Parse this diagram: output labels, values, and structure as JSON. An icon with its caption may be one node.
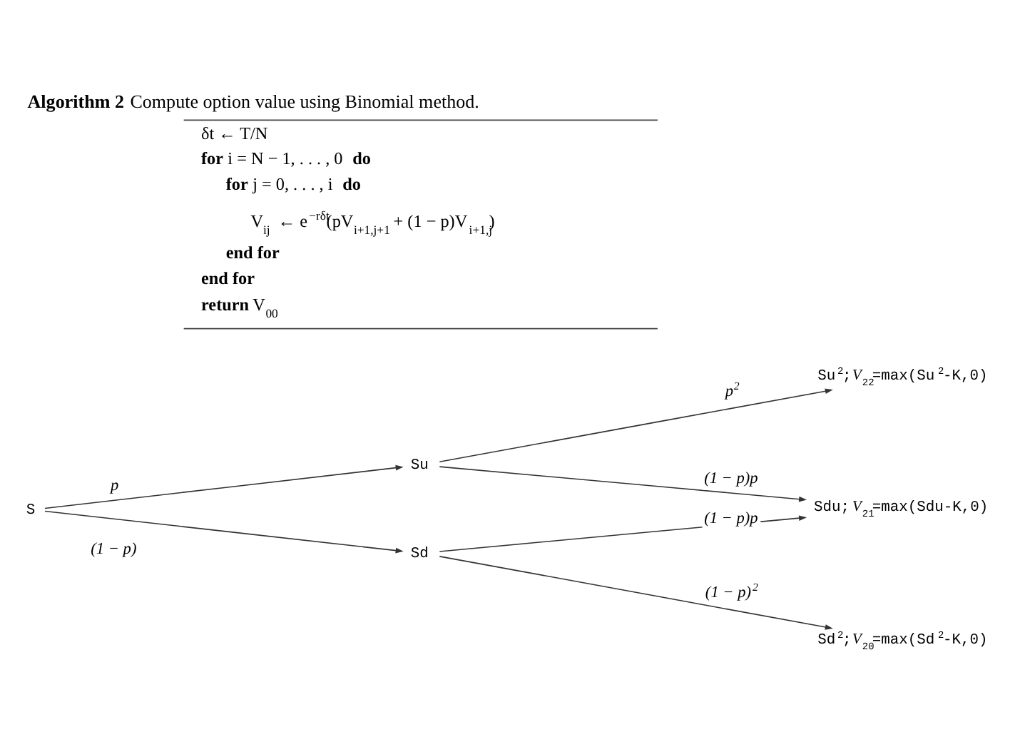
{
  "diagram": {
    "title": "**Algorithm 2** Compute option value using Binomial method.",
    "nodes": [
      {
        "text": [
          "S"
        ]
      },
      {
        "text": [
          "Su"
        ]
      },
      {
        "text": [
          "Sd"
        ]
      },
      {
        "text": [
          "Su$^{2}$;*V*$_{22}$=max(Su$^{2}$-K,0)"
        ]
      },
      {
        "text": [
          "Sdu;*V*$_{21}$=max(Sdu-K,0)"
        ]
      },
      {
        "text": [
          "Sd$^{2}$;*V*$_{20}$=max(Sd$^{2}$-K,0)"
        ]
      }
    ],
    "edges": [
      {
        "from": 0,
        "to": 1,
        "arrow": "to",
        "label": "p"
      },
      {
        "from": 0,
        "to": 2,
        "arrow": "to",
        "label": "(1 − p)"
      },
      {
        "from": 1,
        "to": 3,
        "arrow": "to",
        "label": "p$^{2}$"
      },
      {
        "from": 1,
        "to": 4,
        "arrow": "to",
        "label": "(1 − p)p"
      },
      {
        "from": 2,
        "to": 4,
        "arrow": "to",
        "label": "(1 − p)p"
      },
      {
        "from": 2,
        "to": 5,
        "arrow": "to",
        "label": "(1 − p)$^{2}$"
      }
    ],
    "labels": [
      "δt ← T/N",
      "**for** i = N − 1, . . . , 0 **do**",
      "**for** j = 0, . . . , i **do**",
      "V$_{ij}$ ← e$^{−rδt}$(pV$_{i+1,j+1}$ + (1 − p)V$_{i+1,j}$)",
      "end for",
      "end for",
      "**return** V$_{00}$"
    ]
  }
}
